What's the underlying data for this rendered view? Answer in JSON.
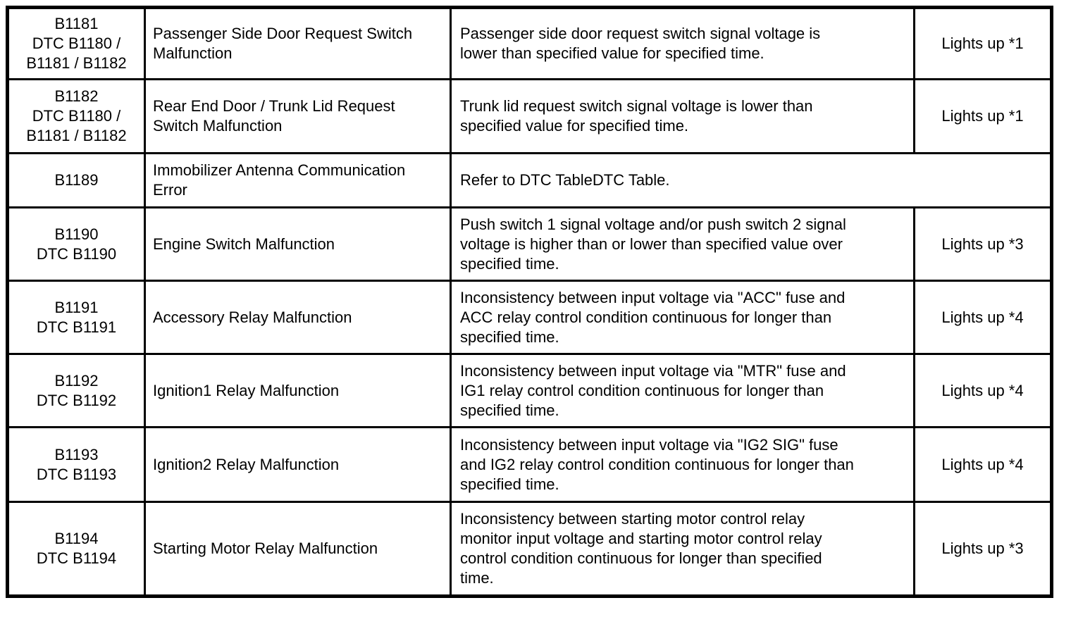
{
  "table": {
    "rows": [
      {
        "code": "B1181\nDTC B1180 /\nB1181 / B1182",
        "name": "Passenger Side Door Request Switch\nMalfunction",
        "description": "Passenger side door request switch signal voltage is\nlower than specified value for specified time.",
        "light": "Lights up *1"
      },
      {
        "code": "B1182\nDTC B1180 /\nB1181 / B1182",
        "name": "Rear End Door / Trunk Lid Request\nSwitch Malfunction",
        "description": "Trunk lid request switch signal voltage is lower than\nspecified value for specified time.",
        "light": "Lights up *1"
      },
      {
        "code": "B1189",
        "name": "Immobilizer Antenna Communication\nError",
        "description": "Refer to DTC TableDTC Table."
      },
      {
        "code": "B1190\nDTC B1190",
        "name": "Engine Switch Malfunction",
        "description": "Push switch 1 signal voltage and/or push switch 2 signal\nvoltage is higher than or lower than specified value over\nspecified time.",
        "light": "Lights up *3"
      },
      {
        "code": "B1191\nDTC B1191",
        "name": "Accessory Relay Malfunction",
        "description": "Inconsistency between input voltage via \"ACC\" fuse and\nACC relay control condition continuous for longer than\nspecified time.",
        "light": "Lights up *4"
      },
      {
        "code": "B1192\nDTC B1192",
        "name": "Ignition1 Relay Malfunction",
        "description": "Inconsistency between input voltage via \"MTR\" fuse and\nIG1 relay control condition continuous for longer than\nspecified time.",
        "light": "Lights up *4"
      },
      {
        "code": "B1193\nDTC B1193",
        "name": "Ignition2 Relay Malfunction",
        "description": "Inconsistency between input voltage via \"IG2 SIG\" fuse\nand IG2 relay control condition continuous for longer than\nspecified time.",
        "light": "Lights up *4"
      },
      {
        "code": "B1194\nDTC B1194",
        "name": "Starting Motor Relay Malfunction",
        "description": "Inconsistency between starting motor control relay\nmonitor input voltage and starting motor control relay\ncontrol condition continuous for longer than specified\ntime.",
        "light": "Lights up *3"
      }
    ]
  }
}
